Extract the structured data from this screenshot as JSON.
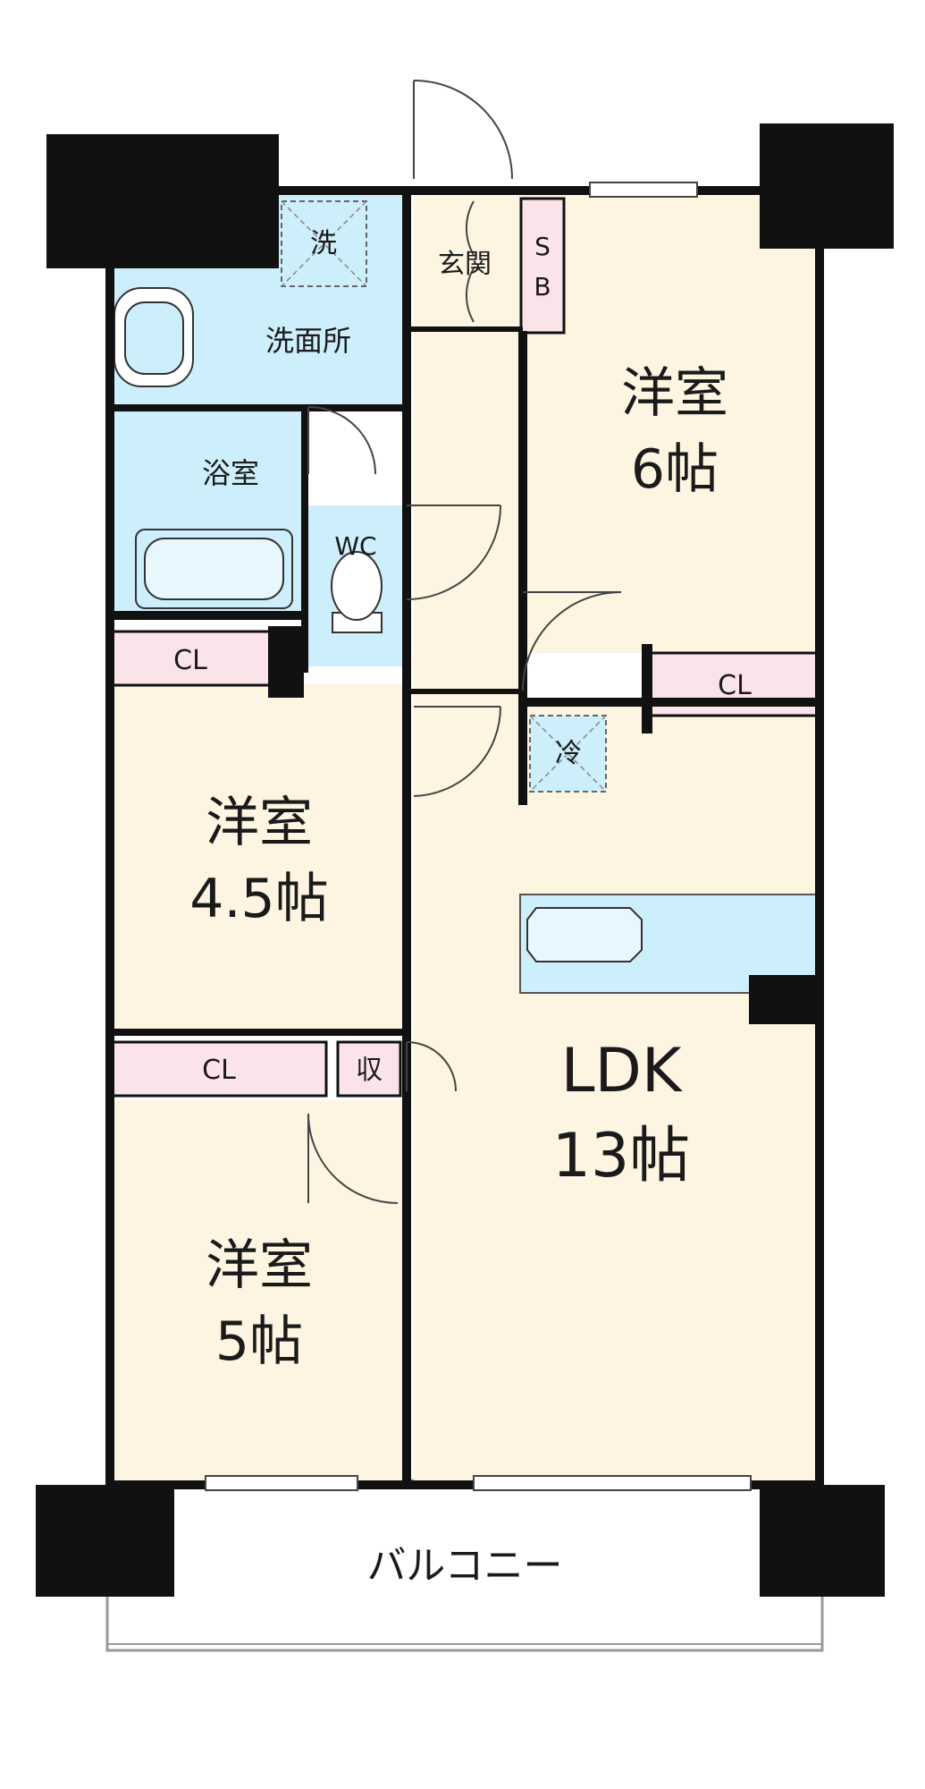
{
  "colors": {
    "wall": "#111111",
    "room_floor": "#fdf5e2",
    "wet_area": "#cdeefb",
    "storage": "#fbe3ea",
    "balcony": "#ffffff"
  },
  "rooms": {
    "western_6": {
      "name": "洋室",
      "size": "6帖"
    },
    "western_45": {
      "name": "洋室",
      "size": "4.5帖"
    },
    "western_5": {
      "name": "洋室",
      "size": "5帖"
    },
    "ldk": {
      "name": "LDK",
      "size": "13帖"
    }
  },
  "labels": {
    "washer": "洗",
    "washroom": "洗面所",
    "entrance": "玄関",
    "shoe_box_top": "S",
    "shoe_box_bottom": "B",
    "bathroom": "浴室",
    "toilet": "WC",
    "closet_45": "CL",
    "closet_6": "CL",
    "fridge": "冷",
    "closet_5": "CL",
    "storage": "収",
    "balcony": "バルコニー"
  }
}
